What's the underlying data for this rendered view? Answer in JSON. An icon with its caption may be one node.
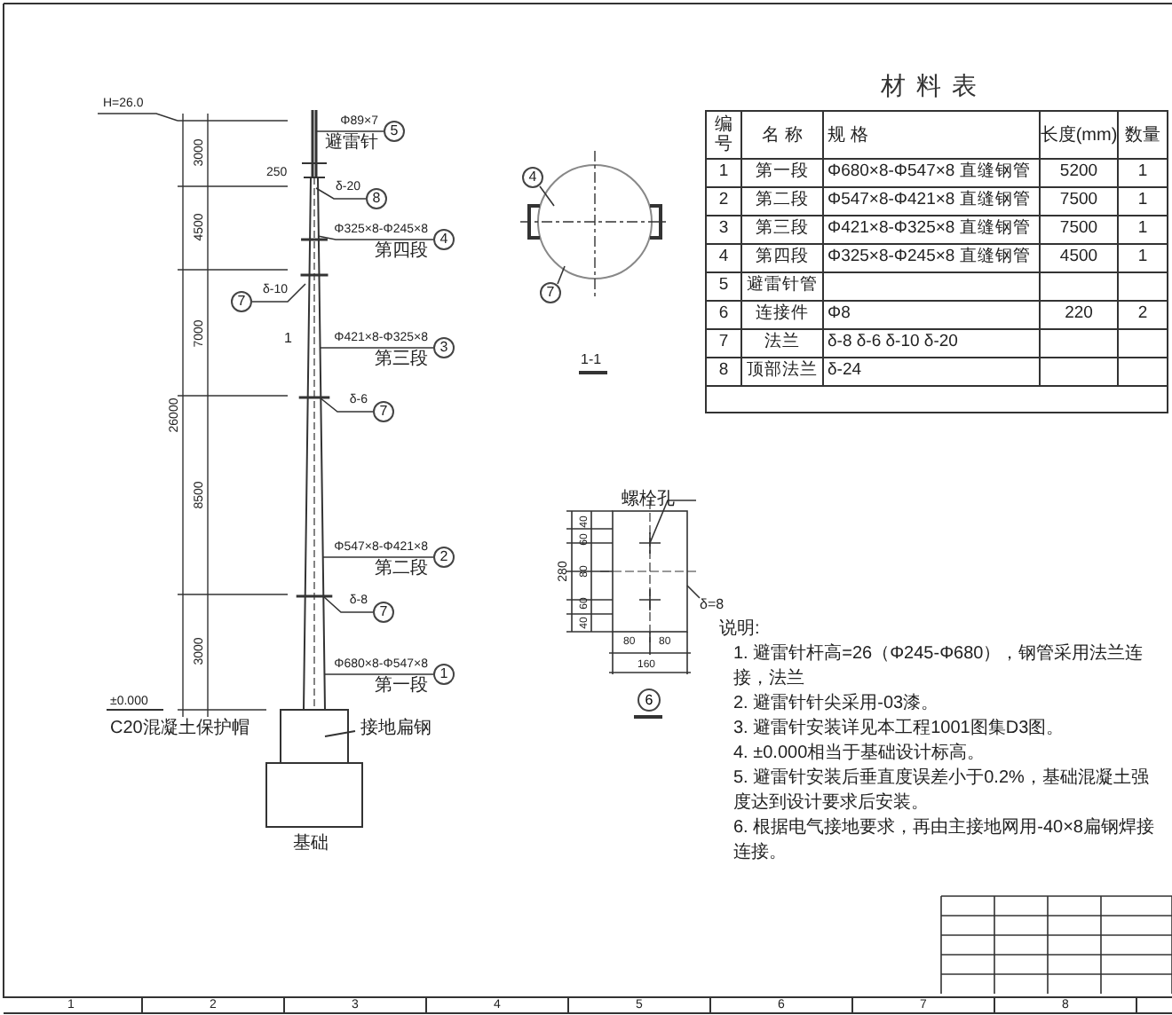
{
  "diagram": {
    "nodes": [
      {
        "text": [
          "5"
        ],
        "beside": [
          "Φ89×7",
          "避雷针"
        ]
      },
      {
        "text": [
          "8"
        ],
        "beside": [
          "δ-20"
        ]
      },
      {
        "text": [
          "4"
        ],
        "beside": [
          "Φ325×8-Φ245×8",
          "第四段"
        ]
      },
      {
        "text": [
          "7"
        ],
        "beside": [
          "δ-10"
        ]
      },
      {
        "text": [
          "3"
        ],
        "beside": [
          "Φ421×8-Φ325×8",
          "第三段"
        ]
      },
      {
        "text": [
          "7"
        ],
        "beside": [
          "δ-6"
        ]
      },
      {
        "text": [
          "2"
        ],
        "beside": [
          "Φ547×8-Φ421×8",
          "第二段"
        ]
      },
      {
        "text": [
          "7"
        ],
        "beside": [
          "δ-8"
        ]
      },
      {
        "text": [
          "1"
        ],
        "beside": [
          "Φ680×8-Φ547×8",
          "第一段"
        ]
      },
      {
        "text": [
          "4"
        ]
      },
      {
        "text": [
          "7"
        ]
      }
    ],
    "edges": [
      {
        "from": 0,
        "to": null,
        "arrow": "none"
      },
      {
        "from": 1,
        "to": null,
        "arrow": "none"
      },
      {
        "from": 2,
        "to": null,
        "arrow": "none"
      },
      {
        "from": 3,
        "to": null,
        "arrow": "none"
      },
      {
        "from": 4,
        "to": null,
        "arrow": "none"
      },
      {
        "from": 5,
        "to": null,
        "arrow": "none"
      },
      {
        "from": 6,
        "to": null,
        "arrow": "none"
      },
      {
        "from": 7,
        "to": null,
        "arrow": "none"
      },
      {
        "from": 8,
        "to": null,
        "arrow": "none"
      },
      {
        "from": 9,
        "to": null,
        "arrow": "none"
      },
      {
        "from": 10,
        "to": null,
        "arrow": "none"
      }
    ],
    "labels": [
      "材料表",
      "编号",
      "名 称",
      "规 格",
      "长度(mm)",
      "数量",
      "1",
      "第一段",
      "Φ680×8-Φ547×8 直缝钢管",
      "5200",
      "1",
      "2",
      "第二段",
      "Φ547×8-Φ421×8 直缝钢管",
      "7500",
      "1",
      "3",
      "第三段",
      "Φ421×8-Φ325×8 直缝钢管",
      "7500",
      "1",
      "4",
      "第四段",
      "Φ325×8-Φ245×8 直缝钢管",
      "4500",
      "1",
      "5",
      "避雷针管",
      "6",
      "连接件",
      "Φ8",
      "220",
      "2",
      "7",
      "法兰",
      "δ-8 δ-6 δ-10 δ-20",
      "8",
      "顶部法兰",
      "δ-24",
      "说明:",
      "1. 避雷针杆高=26（Φ245-Φ680），钢管采用法兰连接，法兰",
      "2. 避雷针针尖采用-03漆。",
      "3. 避雷针安装详见本工程1001图集D3图。",
      "4. ±0.000相当于基础设计标高。",
      "5. 避雷针安装后垂直度误差小于0.2%，基础混凝土强度达到设计要求后安装。",
      "6. 根据电气接地要求，再由主接地网用-40×8扁钢焊接连接。",
      "H=26.0",
      "250",
      "3000",
      "4500",
      "7000",
      "8500",
      "3000",
      "26000",
      "1",
      "±0.000",
      "C20混凝土保护帽",
      "接地扁钢",
      "基础",
      "1-1",
      "螺栓孔",
      "δ=8",
      "40",
      "60",
      "80",
      "60",
      "40",
      "280",
      "80",
      "80",
      "160",
      "6",
      "1",
      "2",
      "3",
      "4",
      "5",
      "6",
      "7",
      "8"
    ]
  }
}
